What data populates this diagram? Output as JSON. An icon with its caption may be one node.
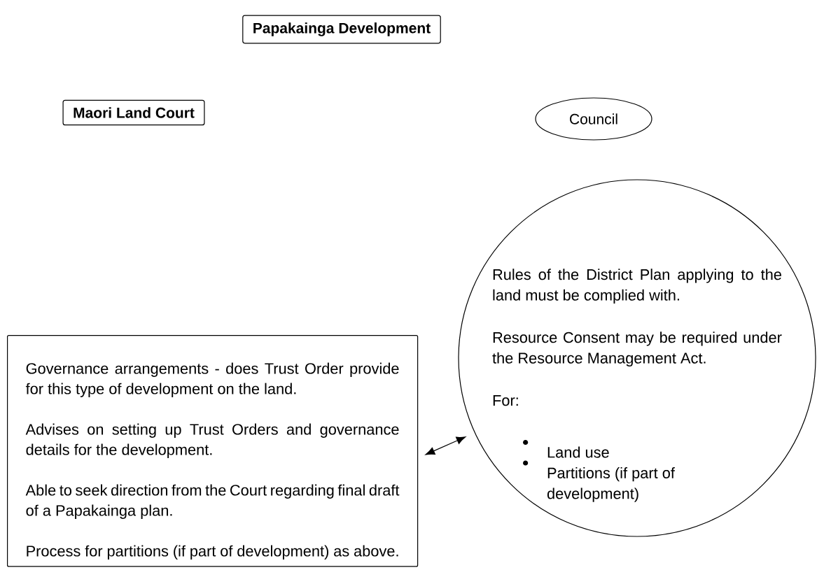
{
  "diagram": {
    "nodes": [
      {
        "text": [
          "Papakainga Development"
        ]
      },
      {
        "text": [
          "Maori Land Court"
        ]
      },
      {
        "text": [
          "Council"
        ]
      },
      {
        "text": [
          "Governance arrangements - does Trust Order provide for this type of development on the land.",
          "Advises on setting up Trust Orders and governance details for the development.",
          "Able to seek direction from the Court regarding final draft of a Papakainga plan.",
          "Process for partitions (if part of development) as above."
        ]
      },
      {
        "text": [
          "Rules of the District Plan applying to the land must be complied with.",
          "Resource Consent may be required under the Resource Management Act.",
          "For:",
          "Land use",
          "Partitions (if part of development)"
        ]
      }
    ],
    "edges": [
      {
        "from": 3,
        "to": 4,
        "arrow": "both"
      }
    ]
  }
}
